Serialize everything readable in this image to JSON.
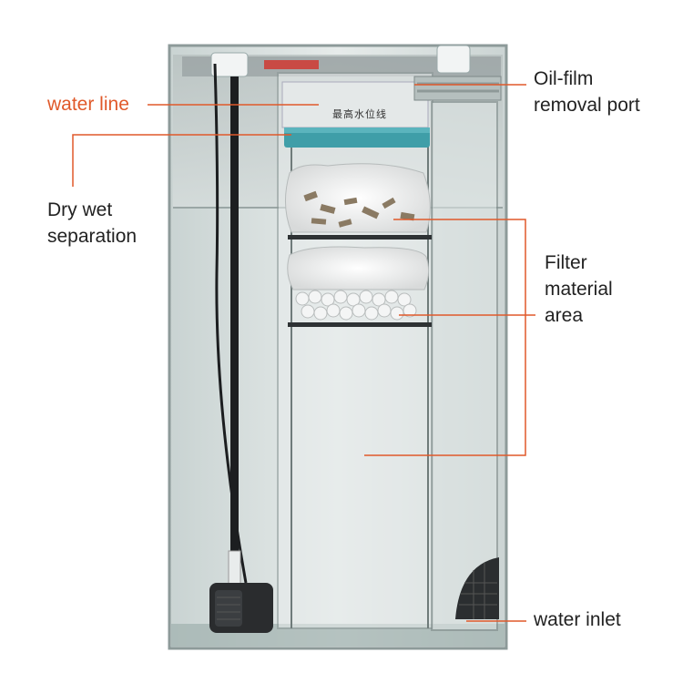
{
  "labels": {
    "water_line": "water line",
    "dry_wet_separation": "Dry wet\nseparation",
    "oil_film_port": "Oil-film\nremoval port",
    "filter_area": "Filter\nmaterial\narea",
    "water_inlet": "water inlet"
  },
  "tank_marking": "最高水位线",
  "colors": {
    "accent": "#e0592a",
    "leader": "#e0592a",
    "text": "#222222"
  }
}
